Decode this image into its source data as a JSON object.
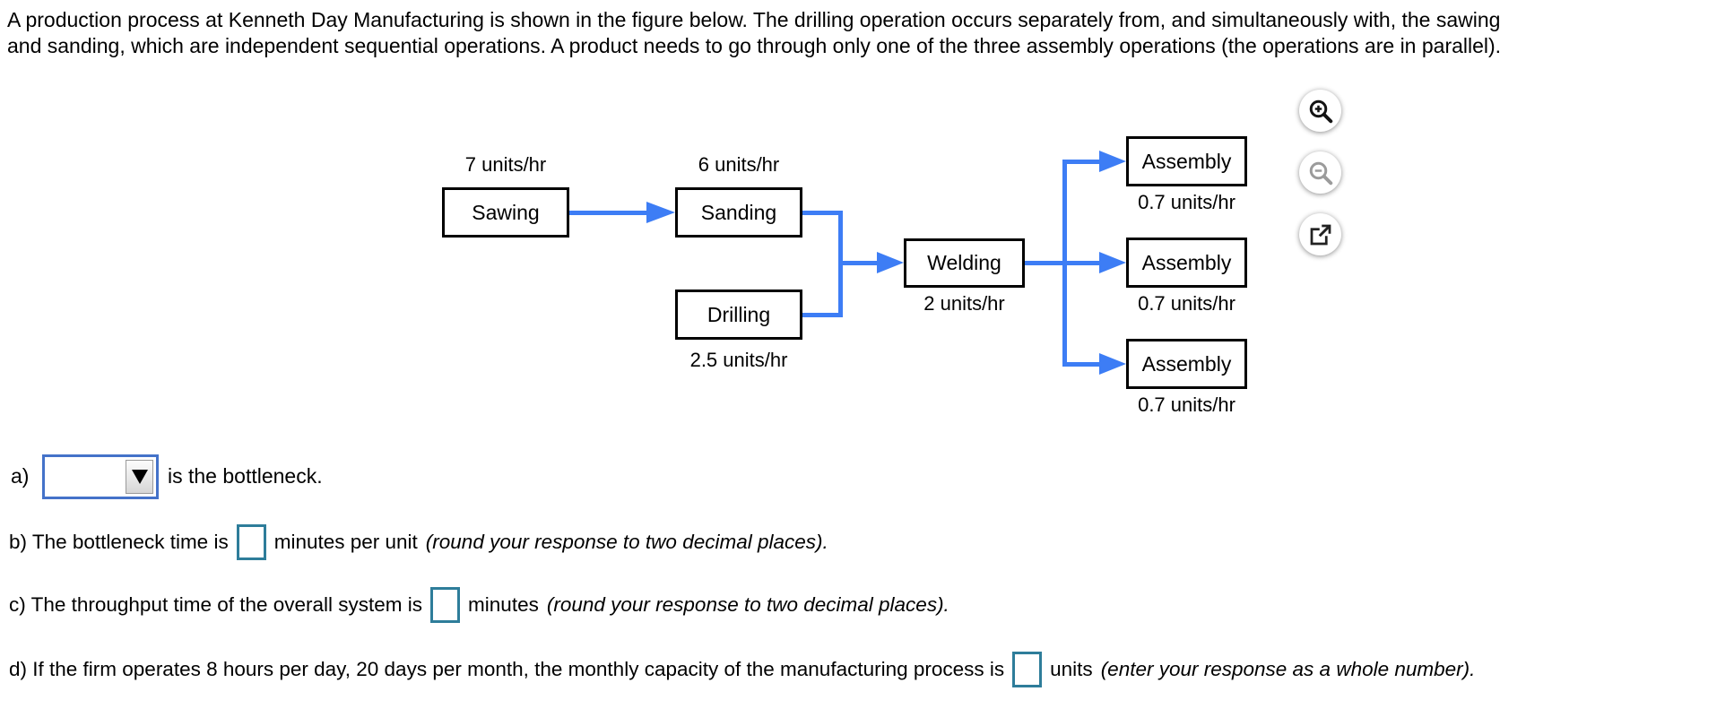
{
  "problem": {
    "lines": [
      "A production process at Kenneth Day Manufacturing is shown in the figure below. The drilling operation occurs separately from, and simultaneously with, the sawing",
      "and sanding, which are independent sequential operations. A product needs to go through only one of the three assembly operations (the operations are in parallel)."
    ]
  },
  "diagram": {
    "nodes": {
      "sawing": {
        "label": "Sawing",
        "rate": "7 units/hr"
      },
      "sanding": {
        "label": "Sanding",
        "rate": "6 units/hr"
      },
      "drilling": {
        "label": "Drilling",
        "rate": "2.5 units/hr"
      },
      "welding": {
        "label": "Welding",
        "rate": "2 units/hr"
      },
      "assembly1": {
        "label": "Assembly",
        "rate": "0.7 units/hr"
      },
      "assembly2": {
        "label": "Assembly",
        "rate": "0.7 units/hr"
      },
      "assembly3": {
        "label": "Assembly",
        "rate": "0.7 units/hr"
      }
    },
    "colors": {
      "connector": "#3d7df5",
      "box_border": "#000000"
    }
  },
  "toolbar": {
    "icons": [
      "zoom-in",
      "zoom-out",
      "open-in-new-window"
    ]
  },
  "questions": {
    "a": {
      "prefix": "a)",
      "dropdown_value": "",
      "suffix": "is the bottleneck."
    },
    "b": {
      "lead": "b) The bottleneck time is",
      "value": "",
      "unit": "minutes per unit",
      "note": "(round your response to two decimal places)."
    },
    "c": {
      "lead": "c) The throughput time of the overall system is",
      "value": "",
      "unit": "minutes",
      "note": "(round your response to two decimal places)."
    },
    "d": {
      "lead": "d) If the firm operates 8 hours per day, 20 days per month, the monthly capacity of the manufacturing process is",
      "value": "",
      "unit": "units",
      "note": "(enter your response as a whole number)."
    }
  },
  "colors": {
    "answer_box_border": "#2e7d9a",
    "dropdown_border": "#4472c9"
  }
}
